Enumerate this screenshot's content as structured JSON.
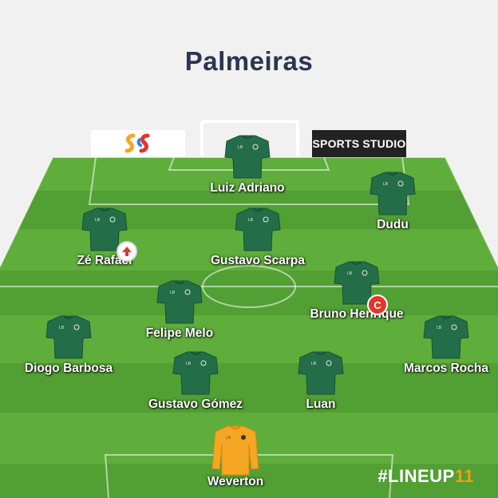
{
  "team": {
    "name": "Palmeiras"
  },
  "sponsors": {
    "right_label": "SPORTS STUDIO"
  },
  "branding": {
    "hashtag": "#LINEUP",
    "number": "11"
  },
  "colors": {
    "shirt": "#236e48",
    "goalkeeper_shirt": "#f5a623",
    "pitch_light": "#5cab3a",
    "pitch_dark": "#4e9a2f",
    "captain_badge": "#e0362c",
    "title": "#2c3550"
  },
  "players": [
    {
      "name": "Luiz Adriano",
      "role": "forward"
    },
    {
      "name": "Dudu",
      "role": "forward"
    },
    {
      "name": "Zé Rafael",
      "role": "midfielder",
      "badge": "substitution-arrow-up"
    },
    {
      "name": "Gustavo Scarpa",
      "role": "midfielder"
    },
    {
      "name": "Bruno Henrique",
      "role": "midfielder",
      "badge": "C"
    },
    {
      "name": "Felipe Melo",
      "role": "midfielder"
    },
    {
      "name": "Diogo Barbosa",
      "role": "defender"
    },
    {
      "name": "Marcos Rocha",
      "role": "defender"
    },
    {
      "name": "Gustavo Gómez",
      "role": "defender"
    },
    {
      "name": "Luan",
      "role": "defender"
    },
    {
      "name": "Weverton",
      "role": "goalkeeper"
    }
  ]
}
